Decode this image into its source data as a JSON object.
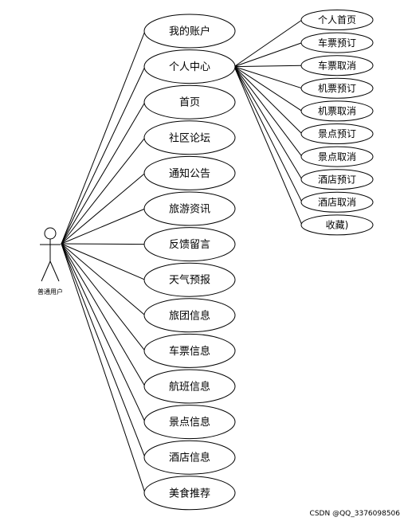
{
  "actor": {
    "label": "普通用户"
  },
  "main_cases": [
    "我的账户",
    "个人中心",
    "首页",
    "社区论坛",
    "通知公告",
    "旅游资讯",
    "反馈留言",
    "天气预报",
    "旅团信息",
    "车票信息",
    "航班信息",
    "景点信息",
    "酒店信息",
    "美食推荐"
  ],
  "sub_cases": {
    "parent": "个人中心",
    "items": [
      "个人首页",
      "车票预订",
      "车票取消",
      "机票预订",
      "机票取消",
      "景点预订",
      "景点取消",
      "酒店预订",
      "酒店取消",
      "收藏)"
    ]
  },
  "watermark": "CSDN @QQ_3376098506"
}
